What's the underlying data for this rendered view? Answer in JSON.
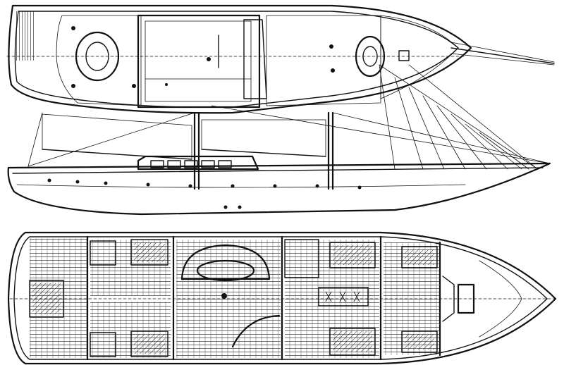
{
  "drawing": {
    "views": [
      {
        "id": "deck-plan"
      },
      {
        "id": "sail-profile"
      },
      {
        "id": "accommodation-plan"
      }
    ],
    "colors": {
      "ink": "#111111",
      "paper": "#ffffff"
    }
  }
}
